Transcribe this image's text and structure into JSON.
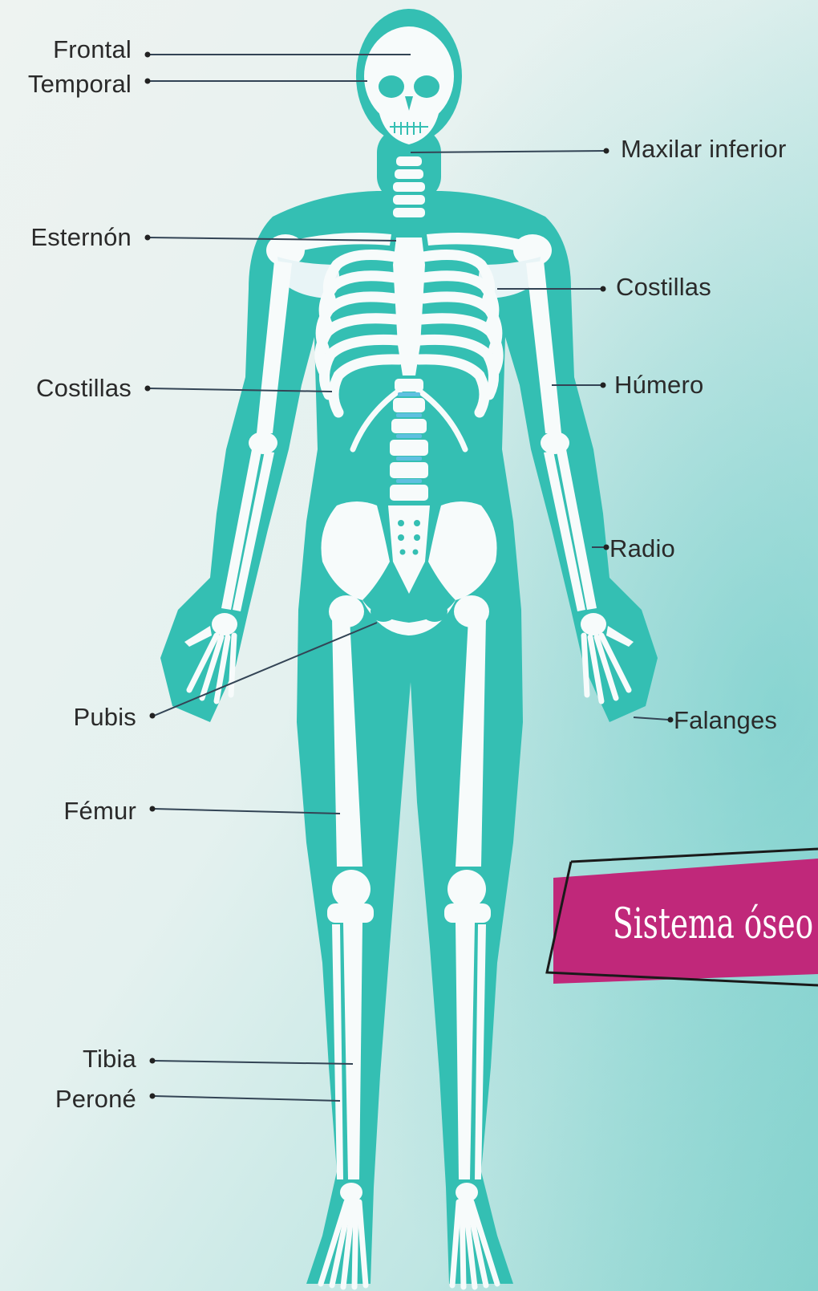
{
  "title": "Sistema óseo",
  "labels_left": {
    "frontal": "Frontal",
    "temporal": "Temporal",
    "esternon": "Esternón",
    "costillas_left": "Costillas",
    "pubis": "Pubis",
    "femur": "Fémur",
    "tibia": "Tibia",
    "perone": "Peroné"
  },
  "labels_right": {
    "maxilar": "Maxilar inferior",
    "costillas_right": "Costillas",
    "humero": "Húmero",
    "radio": "Radio",
    "falanges": "Falanges"
  },
  "colors": {
    "body": "#34bfb3",
    "bone": "#f7fbfb",
    "bone_shadow": "#cfe6ec",
    "vertebra_gap": "#5fc0e0",
    "banner": "#c0287a",
    "leader": "#334455"
  }
}
